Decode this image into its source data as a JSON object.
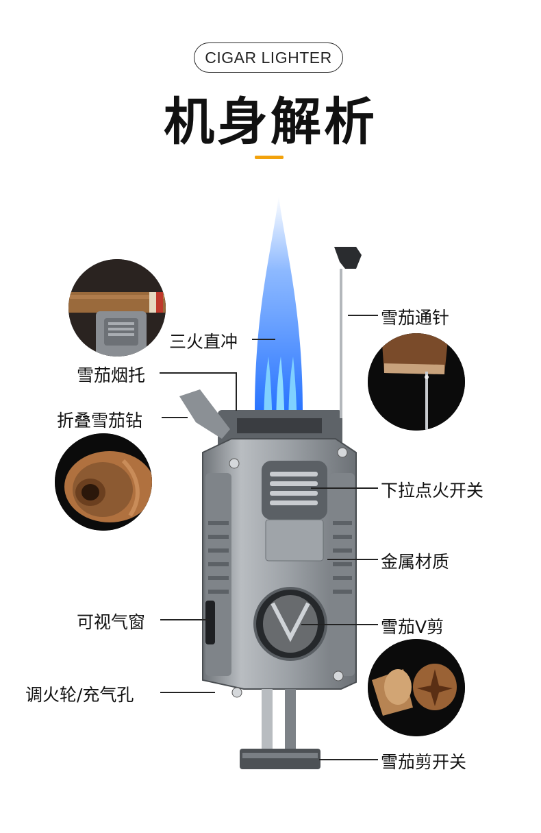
{
  "header": {
    "badge": "CIGAR LIGHTER",
    "title": "机身解析"
  },
  "colors": {
    "accent": "#f2a20c",
    "flame": "#2f7fff",
    "metal": "#8f949a",
    "background": "#ffffff"
  },
  "callouts": {
    "triple_flame": "三火直冲",
    "cigar_needle": "雪茄通针",
    "cigar_rest": "雪茄烟托",
    "folding_drill": "折叠雪茄钻",
    "pull_ignition": "下拉点火开关",
    "metal_body": "金属材质",
    "gas_window": "可视气窗",
    "v_cutter": "雪茄V剪",
    "adjust_wheel": "调火轮/充气孔",
    "cutter_switch": "雪茄剪开关"
  }
}
